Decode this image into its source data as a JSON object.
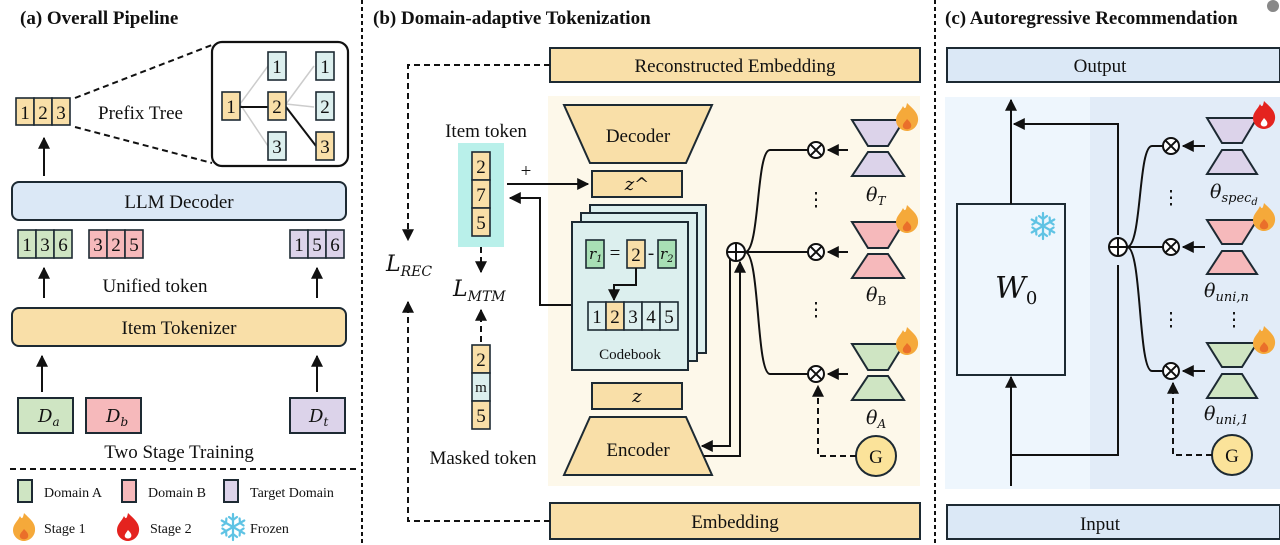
{
  "colors": {
    "yellow": "#f9dfa8",
    "light_blue": "#dbe8f6",
    "green": "#cfe5c3",
    "red": "#f6b9bb",
    "purple": "#dcd3ea",
    "teal": "#dcefee",
    "cyan_highlight": "#b9f0ea",
    "codebook_green": "#a8dfb5",
    "panel_b_bg": "#fdf8ea",
    "panel_c_bg_left": "#eef6fd",
    "panel_c_bg_right": "#e2ecf8",
    "fire_stage1": "#f5a93a",
    "fire_stage2": "#e4231f",
    "frozen": "#5fc3e4",
    "gate": "#fbe39a"
  },
  "panel_a": {
    "title": "(a) Overall Pipeline",
    "output_tokens": [
      "1",
      "2",
      "3"
    ],
    "prefix_tree_label": "Prefix Tree",
    "tree": {
      "root": "1",
      "level2": [
        "1",
        "2",
        "3"
      ],
      "level3": [
        "1",
        "2",
        "3"
      ]
    },
    "llm_decoder": "LLM Decoder",
    "tokens_a": [
      "1",
      "3",
      "6"
    ],
    "tokens_b": [
      "3",
      "2",
      "5"
    ],
    "tokens_t": [
      "1",
      "5",
      "6"
    ],
    "unified_token": "Unified token",
    "item_tokenizer": "Item Tokenizer",
    "domain_a": "D",
    "domain_a_sub": "a",
    "domain_b": "D",
    "domain_b_sub": "b",
    "domain_t": "D",
    "domain_t_sub": "t",
    "two_stage": "Two Stage Training"
  },
  "legend": {
    "domain_a": "Domain A",
    "domain_b": "Domain B",
    "target_domain": "Target Domain",
    "stage1": "Stage 1",
    "stage2": "Stage 2",
    "frozen": "Frozen"
  },
  "panel_b": {
    "title": "(b) Domain-adaptive Tokenization",
    "reconstructed_embedding": "Reconstructed Embedding",
    "embedding": "Embedding",
    "item_token_label": "Item token",
    "item_token": [
      "2",
      "7",
      "5"
    ],
    "plus": "+",
    "masked_token": [
      "2",
      "m",
      "5"
    ],
    "masked_token_label": "Masked token",
    "l_rec": "L",
    "l_rec_sub": "REC",
    "l_mtm": "L",
    "l_mtm_sub": "MTM",
    "decoder": "Decoder",
    "encoder": "Encoder",
    "z_hat": "z^",
    "z": "z",
    "codebook_label": "Codebook",
    "codebook": [
      "1",
      "2",
      "3",
      "4",
      "5"
    ],
    "eq_r1": "r",
    "eq_r1_sub": "1",
    "eq_equals": "=",
    "eq_code": "2",
    "eq_minus": "-",
    "eq_r2": "r",
    "eq_r2_sub": "2",
    "theta_t": "θ",
    "theta_t_sub": "T",
    "theta_b": "θ",
    "theta_b_sub": "B",
    "theta_a": "θ",
    "theta_a_sub": "A",
    "gate": "G",
    "ellipsis": "⋮"
  },
  "panel_c": {
    "title": "(c) Autoregressive Recommendation",
    "output": "Output",
    "input": "Input",
    "w0": "W",
    "w0_sub": "0",
    "theta_spec": "θ",
    "theta_spec_sub": "spec",
    "theta_spec_subsub": "d",
    "theta_uni_n": "θ",
    "theta_uni_n_sub": "uni,n",
    "theta_uni_1": "θ",
    "theta_uni_1_sub": "uni,1",
    "gate": "G",
    "ellipsis": "⋮"
  }
}
